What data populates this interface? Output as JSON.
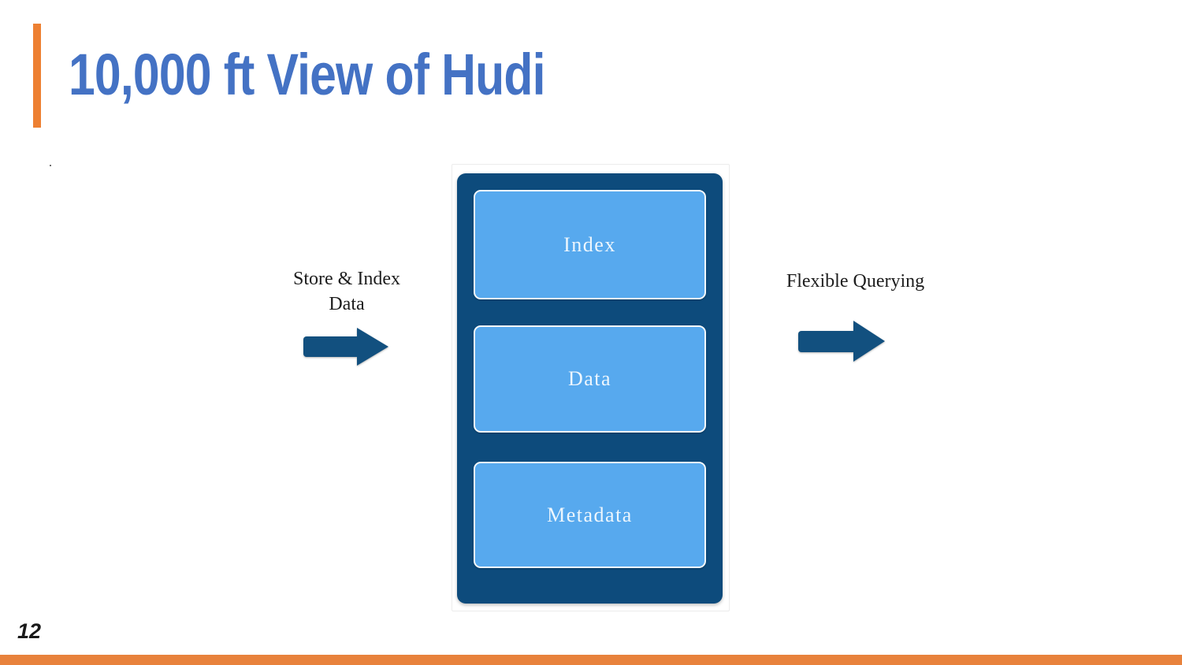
{
  "slide": {
    "title": "10,000 ft View of Hudi",
    "page_number": "12",
    "stray_dot": "."
  },
  "diagram": {
    "left_caption": {
      "line1": "Store & Index",
      "line2": "Data"
    },
    "right_caption": "Flexible Querying",
    "layers": [
      {
        "label": "Index"
      },
      {
        "label": "Data"
      },
      {
        "label": "Metadata"
      }
    ]
  },
  "icons": {
    "left_arrow": "right-block-arrow",
    "right_arrow": "right-block-arrow"
  },
  "colors": {
    "title_blue": "#4472c4",
    "accent_orange": "#ed8032",
    "bottom_bar_orange": "#e8823c",
    "container_navy": "#0d4b7c",
    "layer_blue": "#57a9ee",
    "arrow_navy": "#12507f",
    "layer_label_text": "#edf6fd",
    "caption_text": "#1d1d1d"
  }
}
